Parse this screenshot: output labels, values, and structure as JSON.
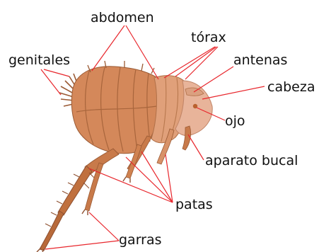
{
  "labels": {
    "abdomen": "abdomen",
    "torax": "tórax",
    "genitales": "genitales",
    "antenas": "antenas",
    "cabeza": "cabeza",
    "ojo": "ojo",
    "aparato_bucal": "aparato bucal",
    "patas": "patas",
    "garras": "garras"
  },
  "colors": {
    "leader_line": "#e8262c",
    "label_text": "#111111",
    "abdomen_fill": "#d4885a",
    "thorax_fill": "#e0a07a",
    "head_fill": "#e8b49a",
    "leg_fill": "#c87a4a",
    "dark_edge": "#9a5a34",
    "eye": "#b9612e"
  }
}
